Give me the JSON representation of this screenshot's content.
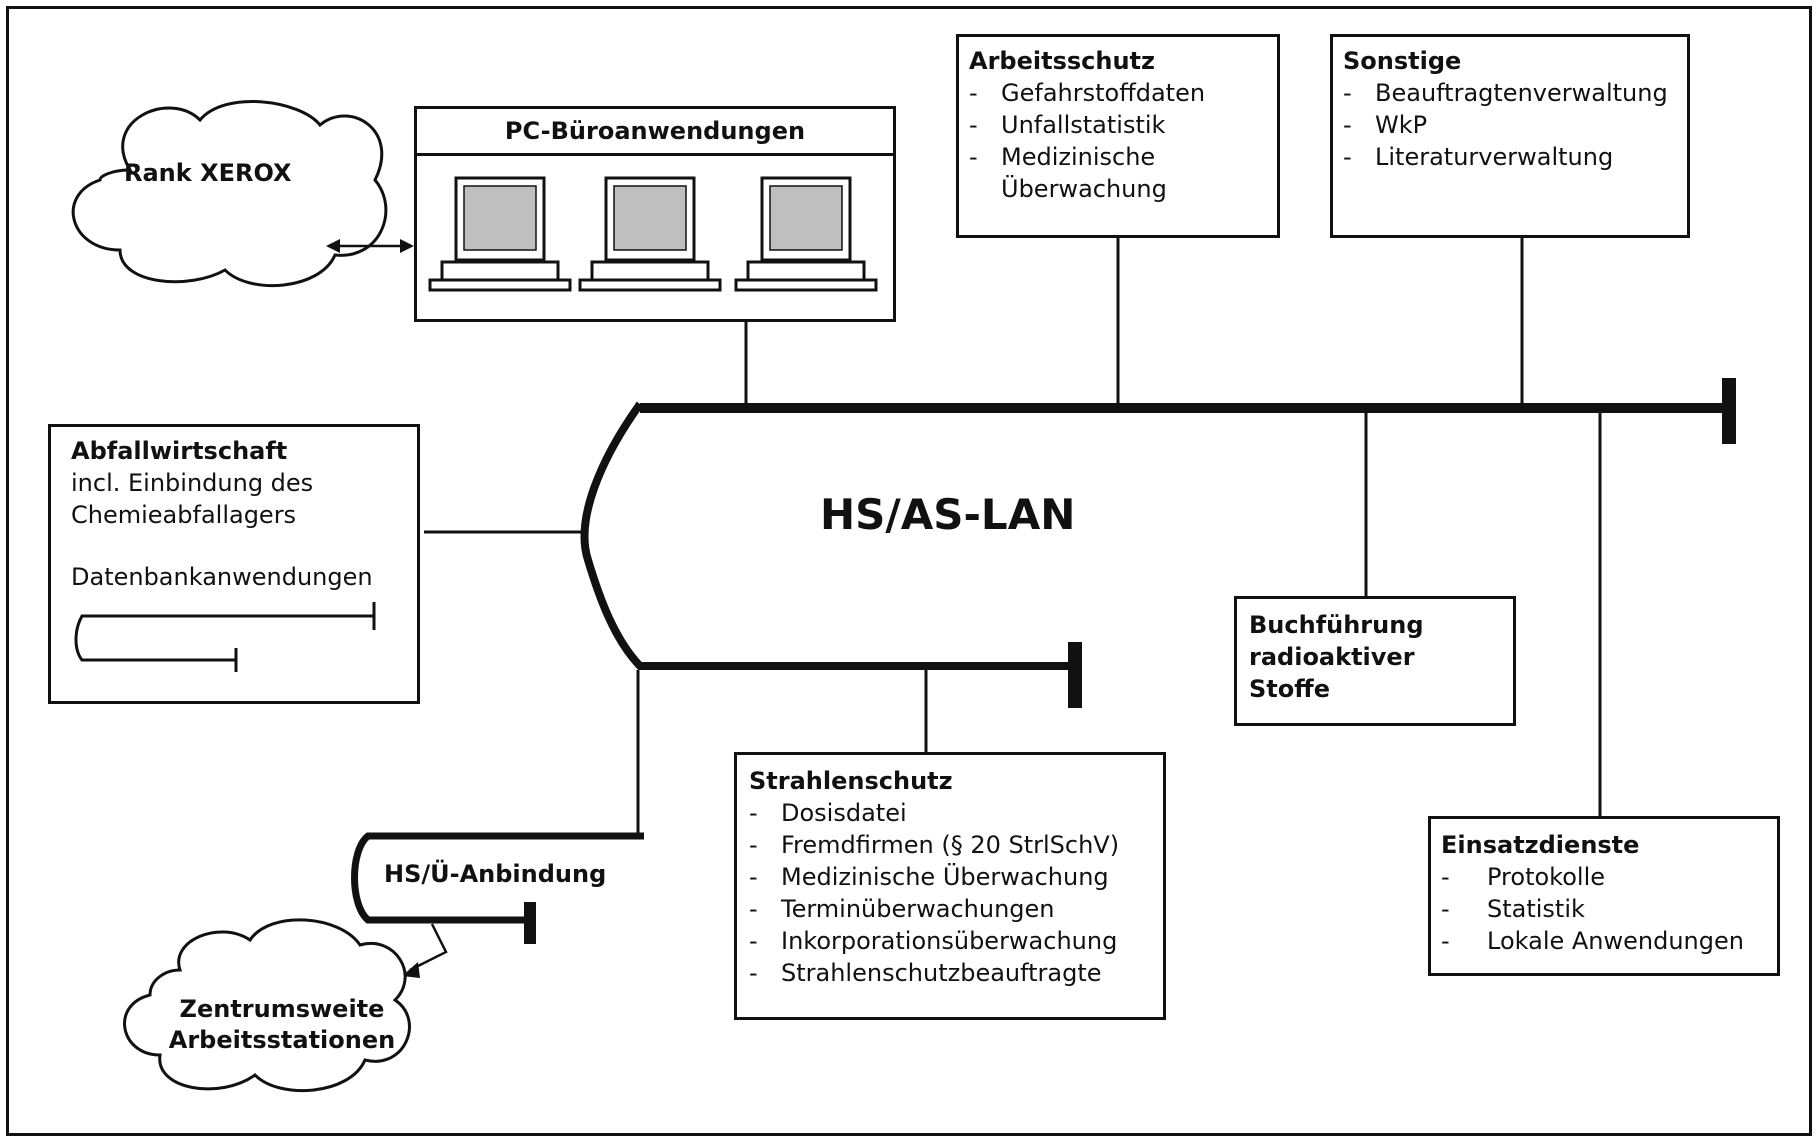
{
  "title": "HS/AS-LAN",
  "pc_office": {
    "title": "PC-Büroanwendungen"
  },
  "rank_xerox": {
    "label": "Rank XEROX"
  },
  "arbeitsschutz": {
    "title": "Arbeitsschutz",
    "items": [
      "Gefahrstoffdaten",
      "Unfallstatistik",
      "Medizinische",
      "Überwachung"
    ]
  },
  "sonstige": {
    "title": "Sonstige",
    "items": [
      "Beauftragtenverwaltung",
      "WkP",
      "Literaturverwaltung"
    ]
  },
  "abfall": {
    "title": "Abfallwirtschaft",
    "lines": [
      "incl. Einbindung des",
      "Chemieabfallagers"
    ],
    "db_label": "Datenbankanwendungen"
  },
  "buchfuehrung": {
    "lines": [
      "Buchführung",
      "radioaktiver Stoffe"
    ]
  },
  "strahlenschutz": {
    "title": "Strahlenschutz",
    "items": [
      "Dosisdatei",
      "Fremdfirmen (§ 20 StrlSchV)",
      "Medizinische Überwachung",
      "Terminüberwachungen",
      "Inkorporationsüberwachung",
      "Strahlenschutzbeauftragte"
    ]
  },
  "einsatzdienste": {
    "title": "Einsatzdienste",
    "items": [
      "Protokolle",
      "Statistik",
      "Lokale Anwendungen"
    ]
  },
  "hsu": {
    "label": "HS/Ü-Anbindung"
  },
  "zentrum": {
    "lines": [
      "Zentrumsweite",
      "Arbeitsstationen"
    ]
  },
  "dash_glyph": "-"
}
